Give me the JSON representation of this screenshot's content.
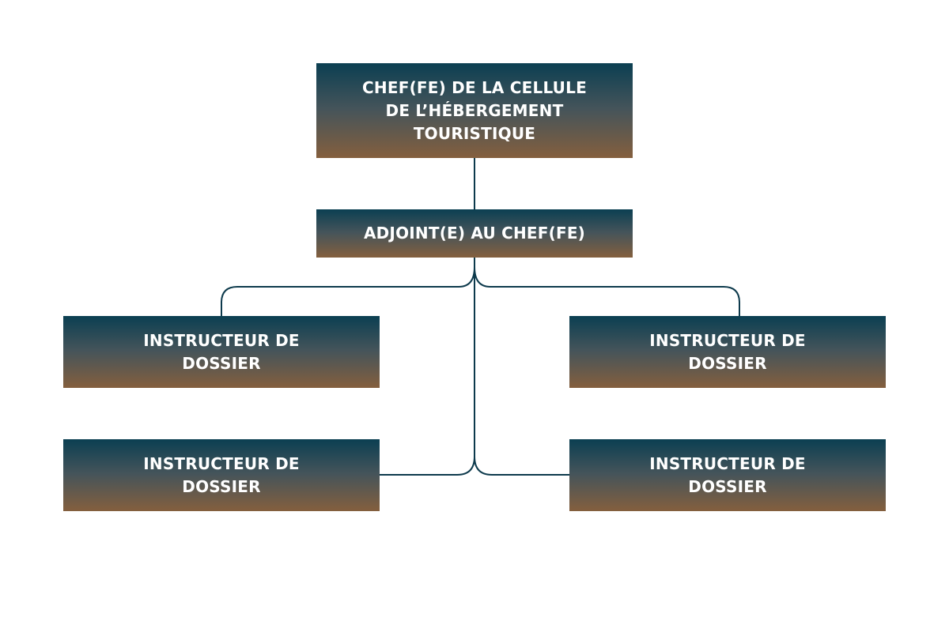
{
  "org_chart": {
    "colors": {
      "gradient_top": "#0b3f52",
      "gradient_mid": "#45545a",
      "gradient_bottom": "#845f3e",
      "connector": "#0d3a4c",
      "node_text": "#ffffff",
      "background": "#ffffff"
    },
    "nodes": {
      "chef": {
        "label": "CHEF(FE) DE LA CELLULE\nDE L’HÉBERGEMENT\nTOURISTIQUE"
      },
      "adjoint": {
        "label": "ADJOINT(E) AU CHEF(FE)"
      },
      "instructeur_top_left": {
        "label": "INSTRUCTEUR DE\nDOSSIER"
      },
      "instructeur_top_right": {
        "label": "INSTRUCTEUR DE\nDOSSIER"
      },
      "instructeur_bottom_left": {
        "label": "INSTRUCTEUR DE\nDOSSIER"
      },
      "instructeur_bottom_right": {
        "label": "INSTRUCTEUR DE\nDOSSIER"
      }
    }
  }
}
